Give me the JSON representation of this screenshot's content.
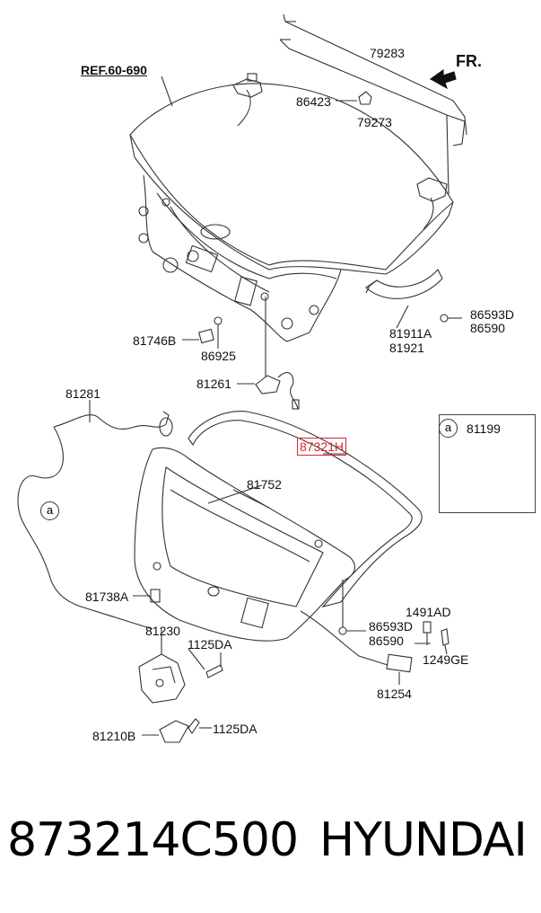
{
  "diagram": {
    "labels": {
      "ref": "REF.60-690",
      "fr": "FR.",
      "p79283": "79283",
      "p86423": "86423",
      "p79273": "79273",
      "p81746B": "81746B",
      "p86925": "86925",
      "p81911A": "81911A",
      "p81921": "81921",
      "p86593D_top": "86593D",
      "p86590_top": "86590",
      "p81261": "81261",
      "p81281": "81281",
      "p87321H": "87321H",
      "p81199": "81199",
      "inset_marker": "a",
      "left_marker": "a",
      "p81752": "81752",
      "p81738A": "81738A",
      "p86593D_bot": "86593D",
      "p86590_bot": "86590",
      "p1491AD": "1491AD",
      "p1249GE": "1249GE",
      "p81230": "81230",
      "p1125DA_a": "1125DA",
      "p81254": "81254",
      "p81210B": "81210B",
      "p1125DA_b": "1125DA"
    },
    "highlight_color": "#dd2233"
  },
  "footer": {
    "part_number": "873214C500",
    "brand": "HYUNDAI"
  }
}
